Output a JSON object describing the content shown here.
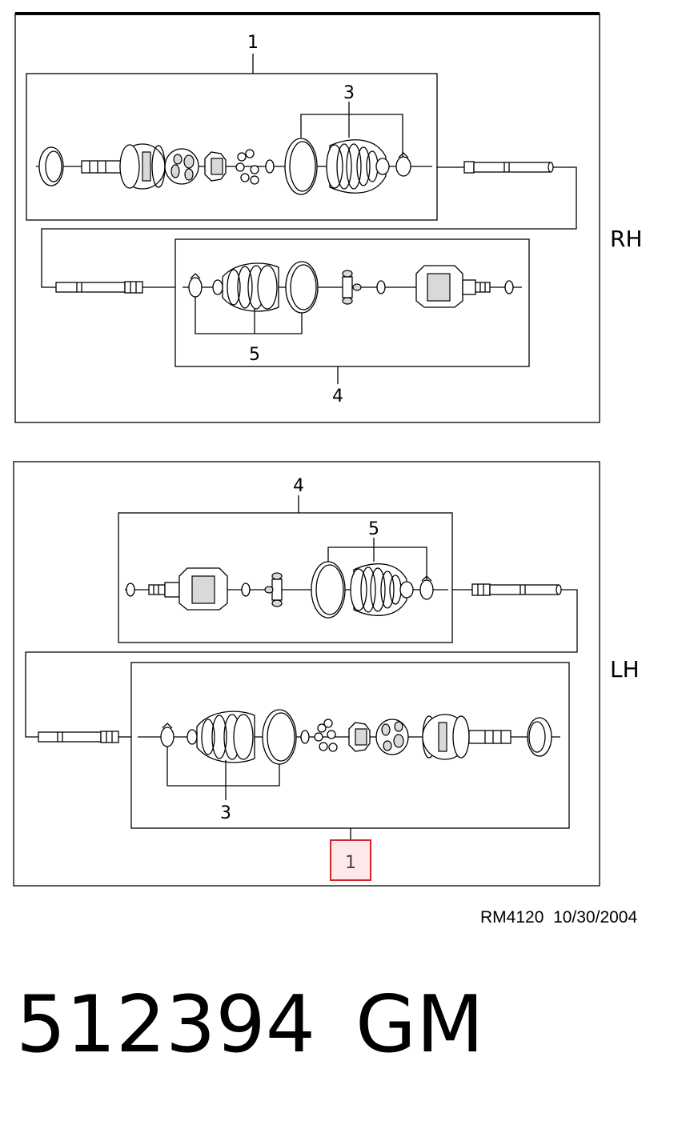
{
  "panels": {
    "rh": {
      "side_label": "RH"
    },
    "lh": {
      "side_label": "LH"
    }
  },
  "callouts": {
    "rh_1": "1",
    "rh_3": "3",
    "rh_5": "5",
    "rh_4": "4",
    "lh_4": "4",
    "lh_5": "5",
    "lh_3": "3",
    "lh_1": "1"
  },
  "highlight_color": "#d9232a",
  "highlight_fill": "#fde8ea",
  "footer": {
    "ref_code": "RM4120",
    "date": "10/30/2004",
    "part_number": "512394",
    "brand": "GM"
  }
}
